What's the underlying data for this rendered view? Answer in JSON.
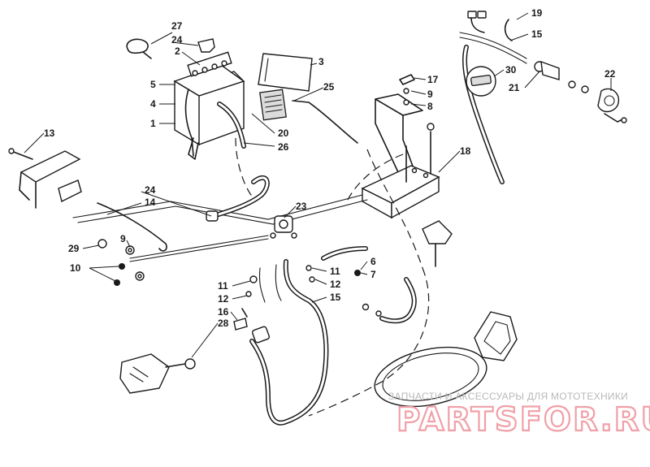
{
  "diagram": {
    "callouts": [
      {
        "id": "c27",
        "label": "27"
      },
      {
        "id": "c24a",
        "label": "24"
      },
      {
        "id": "c2",
        "label": "2"
      },
      {
        "id": "c3",
        "label": "3"
      },
      {
        "id": "c5",
        "label": "5"
      },
      {
        "id": "c4",
        "label": "4"
      },
      {
        "id": "c1",
        "label": "1"
      },
      {
        "id": "c25",
        "label": "25"
      },
      {
        "id": "c20",
        "label": "20"
      },
      {
        "id": "c26",
        "label": "26"
      },
      {
        "id": "c17",
        "label": "17"
      },
      {
        "id": "c9a",
        "label": "9"
      },
      {
        "id": "c8",
        "label": "8"
      },
      {
        "id": "c19",
        "label": "19"
      },
      {
        "id": "c15a",
        "label": "15"
      },
      {
        "id": "c30",
        "label": "30"
      },
      {
        "id": "c21",
        "label": "21"
      },
      {
        "id": "c22",
        "label": "22"
      },
      {
        "id": "c18",
        "label": "18"
      },
      {
        "id": "c13",
        "label": "13"
      },
      {
        "id": "c24b",
        "label": "24"
      },
      {
        "id": "c14",
        "label": "14"
      },
      {
        "id": "c23",
        "label": "23"
      },
      {
        "id": "c29",
        "label": "29"
      },
      {
        "id": "c9b",
        "label": "9"
      },
      {
        "id": "c10",
        "label": "10"
      },
      {
        "id": "c6",
        "label": "6"
      },
      {
        "id": "c7",
        "label": "7"
      },
      {
        "id": "c11a",
        "label": "11"
      },
      {
        "id": "c12a",
        "label": "12"
      },
      {
        "id": "c11b",
        "label": "11"
      },
      {
        "id": "c12b",
        "label": "12"
      },
      {
        "id": "c15b",
        "label": "15"
      },
      {
        "id": "c16",
        "label": "16"
      },
      {
        "id": "c28",
        "label": "28"
      }
    ],
    "watermark": {
      "tagline": "ЗАПЧАСТИ И АКСЕССУАРЫ ДЛЯ МОТОТЕХНИКИ",
      "brand": "PARTSFOR.RU"
    }
  }
}
